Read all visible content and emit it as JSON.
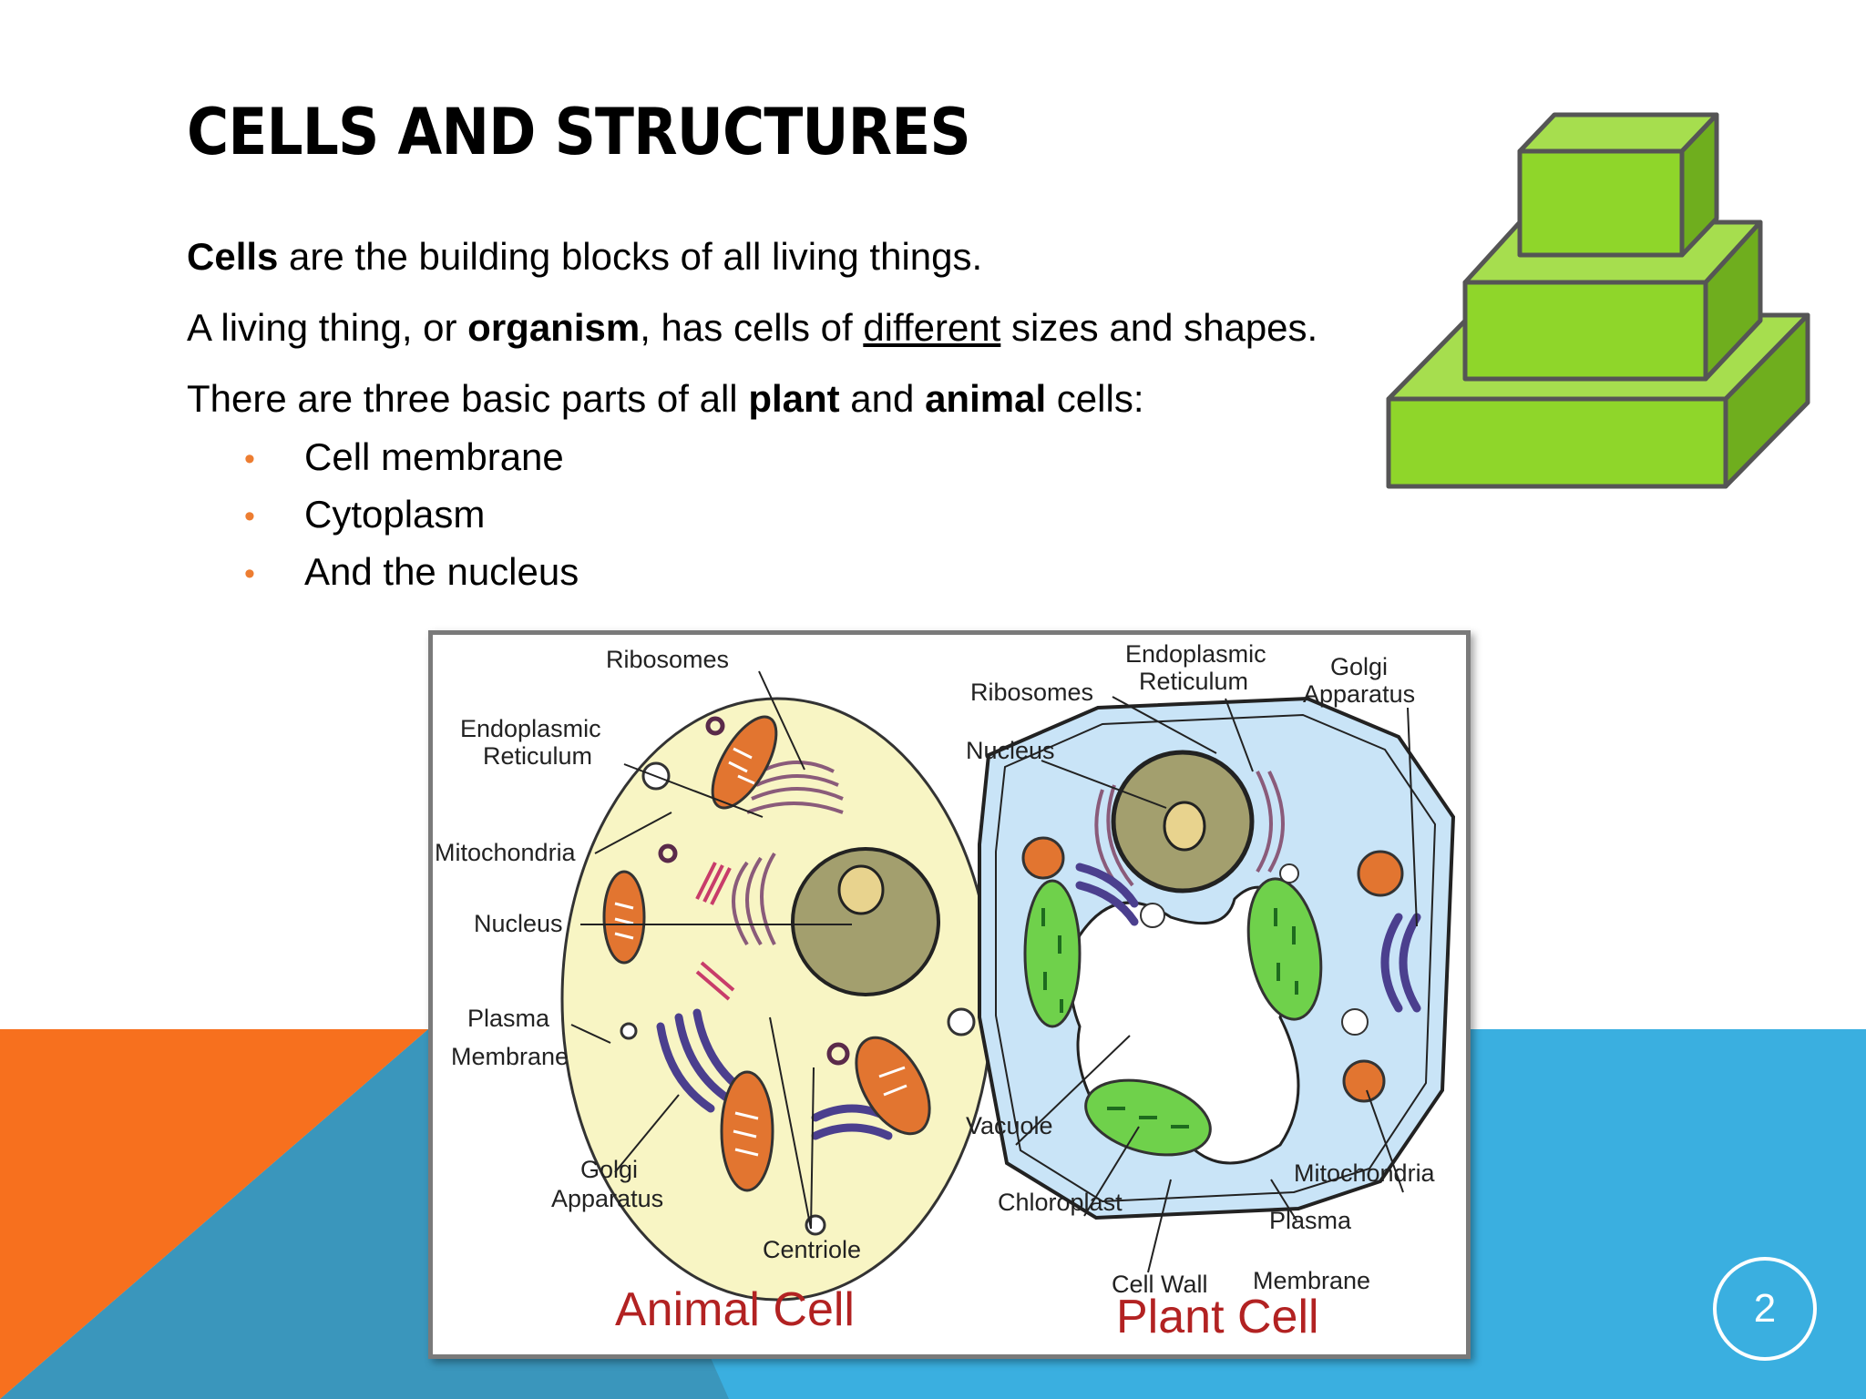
{
  "slide": {
    "title": "CELLS AND STRUCTURES",
    "line1": {
      "bold": "Cells",
      "rest": " are the building blocks of all living things."
    },
    "line2": {
      "pre": "A living thing, or ",
      "bold": "organism",
      "mid": ", has cells of ",
      "underline": "different",
      "post": " sizes and shapes."
    },
    "line3": {
      "pre": "There are three basic parts of all ",
      "bold1": "plant",
      "mid": " and ",
      "bold2": "animal",
      "post": " cells:"
    },
    "bullets": [
      "Cell membrane",
      "Cytoplasm",
      "And the nucleus"
    ],
    "page_number": "2"
  },
  "diagram": {
    "animal_labels": {
      "ribosomes": "Ribosomes",
      "er1": "Endoplasmic",
      "er2": "Reticulum",
      "mito": "Mitochondria",
      "nucleus": "Nucleus",
      "plasma1": "Plasma",
      "plasma2": "Membrane",
      "golgi1": "Golgi",
      "golgi2": "Apparatus",
      "centriole": "Centriole",
      "caption": "Animal Cell"
    },
    "plant_labels": {
      "er1": "Endoplasmic",
      "er2": "Reticulum",
      "golgi1": "Golgi",
      "golgi2": "Apparatus",
      "ribosomes": "Ribosomes",
      "nucleus": "Nucleus",
      "vacuole": "Vacuole",
      "chloroplast": "Chloroplast",
      "cellwall": "Cell Wall",
      "mito": "Mitochondria",
      "plasma1": "Plasma",
      "plasma2": "Membrane",
      "caption": "Plant Cell"
    }
  },
  "colors": {
    "accent_orange": "#ED7D31",
    "accent_blue": "#3AAFE0",
    "block_green": "#8FD62A"
  }
}
